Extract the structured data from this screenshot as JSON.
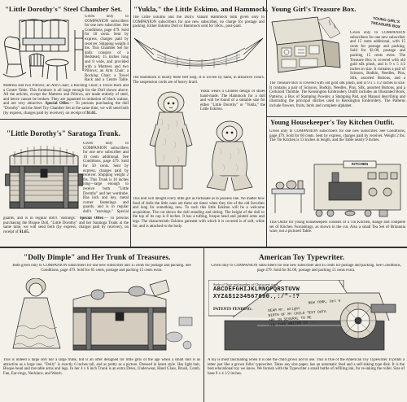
{
  "sections": {
    "chamber_set": {
      "title": "\"Little Dorothy's\" Steel Chamber Set.",
      "body": "Given only to COMPANION subscribers for one new subscriber. See Conditions, page 479. Sold for 50 cents. Sent by express, charges paid by receiver. Shipping weight 4 lbs. This Chamber Set for dolls consists of a Bedstead, 15 inches long and 8 wide, and provided with a Mattress and two Pillows; an Arm Chair; a Rocking Chair; a Towel Rack and a Centre Table. This furniture is all large enough for the Doll shown above. All the articles, except the Mattress and Pillows, are made entirely of steel, and hence cannot be broken. They are japanned in imitation of black walnut, and are very attractive. Special Offer.— To persons purchasing the doll \"Dorothy\" and the Steel Toy Chamber Set at the same time, we will send both (by express, charges paid by receiver), on receipt of $1.65."
    },
    "trunk": {
      "title": "\"Little Dorothy's\" Saratoga Trunk.",
      "body": "Given only to COMPANION subscribers for one new subscriber and 10 cents additional. See Conditions, page 479. Sold for 50 cents. Sent by express, charges paid by receiver. Shipping weight 2 lbs. This Trunk is 10 inches long—large enough to receive both \"Little Dorothy\" and her wardrobe. Has lock and key, metal corner fastenings and guards, and is in regular doll's \"earnings.\" Special Offer.— To persons purchasing the Bisque Doll, \"Little Dorothy\" and her Saratoga Trunk at the same time, we will send both (by express, charges paid by receiver), on receipt of $1.65."
    },
    "eskimo": {
      "title": "\"Yukla,\" the Little Eskimo, and Hammock.",
      "body_top": "The Little Eskimo and the Doll's Valiant Hammock both given only to COMPANION subscribers for one new subscriber, no charge for postage and packing. Either Eskimo Doll or Hammock sold for 50cts., post-paid.",
      "hammock_caption": "The Hammock is nearly three feet long. It is woven by hand, in attractive colors. The suspension cords are of heavy braid.",
      "hammock_note": "Yukla wears a Chinese design of shoes hand-made. The Hammock for a doll and will be found of a suitable size for either \"Little Dorothy\" or \"Yukla,\" the Little Eskimo.",
      "body_bottom": "This doll will delight every little girl as fortunate as to possess one. No matter how fond of dolls the little ones are there are times when they tire of the old favorites and long for something new. To such this little Eskimo will be a welcome acquisition. The cut shows the doll standing and sitting. The height of the doll to the top of its cap is 8 inches. It has a tufting, bisque head and jointed arms and legs. The characteristic Eskimo garment with which it is covered is of soft, white fur, and is attached to the body."
    },
    "treasure_box": {
      "title": "Young Girl's Treasure Box.",
      "body": "Given only to COMPANION subscribers for one new subscriber and 15 cents additional, with 15 cents for postage and packing. Sold for $1.00, postage and packing 15 cents extra. The Treasure Box is covered with old gold silk plush, and is 9 x 5 1/2 inches in size. It contains a pair of Scissors, Bodkin, Needles, Pins, Silk, assorted Buttons, and a Celluloid Thimble. The Kensington Embroidery Outfit includes an Illustrated Book, Patterns, a Box of Stamping Powder, a Stamping Pad, and Manual describing and illustrating the principal stitches used in Kensington Embroidery. The Patterns include flowers, fruits, birds and complete alphabet.",
      "box_label": "YOUNG GIRL'S TREASURE BOX"
    },
    "kitchen": {
      "title": "Young Housekeeper's Toy Kitchen Outfit.",
      "body": "Given only to COMPANION subscribers for one new subscriber. See Conditions, page 479. Sold for 60 cents. Sent by express, charges paid by receiver. Weight 2 lbs. The Tin Kitchen is 13 inches in length, and the Table nearly 9 inches.",
      "body_bottom": "This Outfit for young housekeepers consists of a Tin Kitchen, Range and complete set of Kitchen Furnishings, as shown in the cut. Also a small Tea Set of Britannia ware, not a pictured Table.",
      "sign_label": "KITCHEN"
    },
    "dimple": {
      "title": "\"Dolly Dimple\" and Her Trunk of Treasures.",
      "body_top": "Both given only to COMPANION subscribers for one new subscriber and 15 cents for postage and packing. See Conditions, page 479. Sold for 65 cents, postage and packing 15 cents extra.",
      "body_bottom": "This is indeed a large doll nor a large trunk, but is an offer designed for little girls of the age when a small doll is as attractive as a large one. \"Dolly\" is exactly 6 inches tall, and as pretty as a picture. Dressed in latest style. Has light hair, Bisque head and movable arms and legs. In her 4 x 6 inch Trunk is an extra Dress, Underwear, Hand Glass, Brush, Comb, Fan, Ear-rings, Necklace, and Watch."
    },
    "typewriter": {
      "title": "American Toy Typewriter.",
      "body_top": "Given only to COMPANION subscribers for one new subscriber and 45 cents for postage and packing. See Conditions, page 479. Sold for $1.00, postage and packing 15 cents extra.",
      "type_line1": "Style of Type and number of Characters used.",
      "type_line2": "ABCDEFGHIJKLMNOPQRSTUVW",
      "type_line3": "XYZ&$1234567890.,:/\"-!?",
      "paper_lines": [
        "NEW YORK, Oct 9",
        "DEAR Mr. Wright",
        "BIRTH OF MY CHILD TEST DATA",
        "ARE IN SEVERAL TO ME",
        "THE TYPE WRITER IS ..."
      ],
      "patents": "PATENTS PENDING.",
      "body_bottom": "A toy is most fascinating when it is one the child grows not to use. This is true of the American Toy Typewriter. It prints a letter just like a grown folks' typewriter. Takes any size paper, has an automatic feed and a self-inking type disk. It is the best educational toy we know. We furnish with the Typewriter a small bottle of refilling ink, for re-inking the roller. Size of base 9 x 4 1/2 inches."
    }
  }
}
